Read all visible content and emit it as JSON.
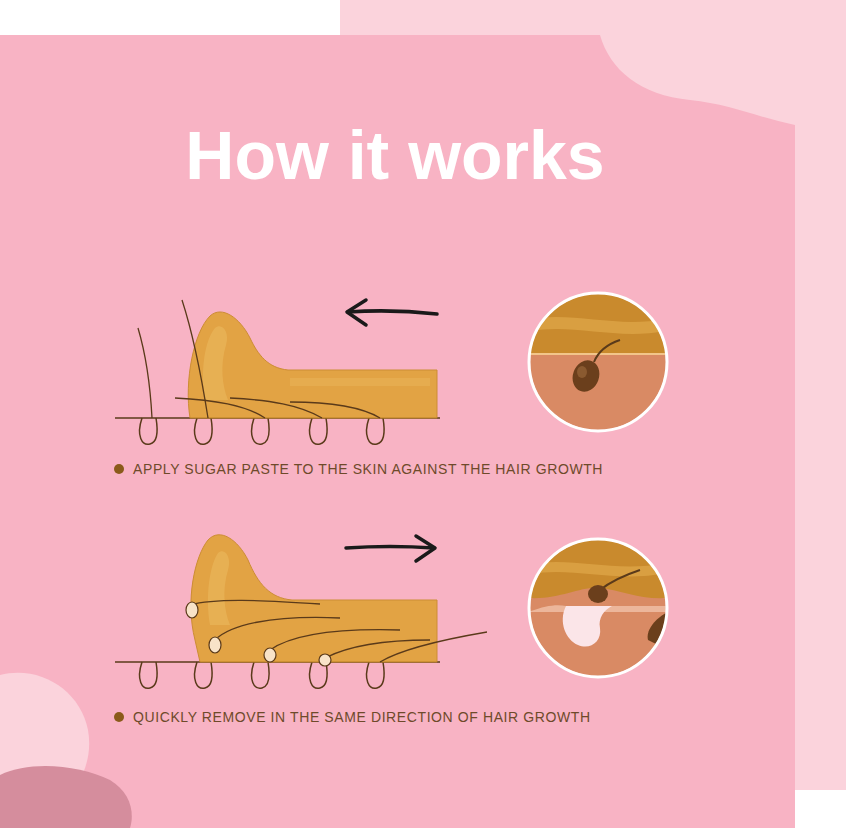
{
  "diagram": {
    "title": "How it works",
    "labels": [
      "APPLY SUGAR PASTE TO THE SKIN AGAINST THE HAIR GROWTH",
      "QUICKLY REMOVE IN THE SAME DIRECTION OF HAIR GROWTH"
    ]
  }
}
